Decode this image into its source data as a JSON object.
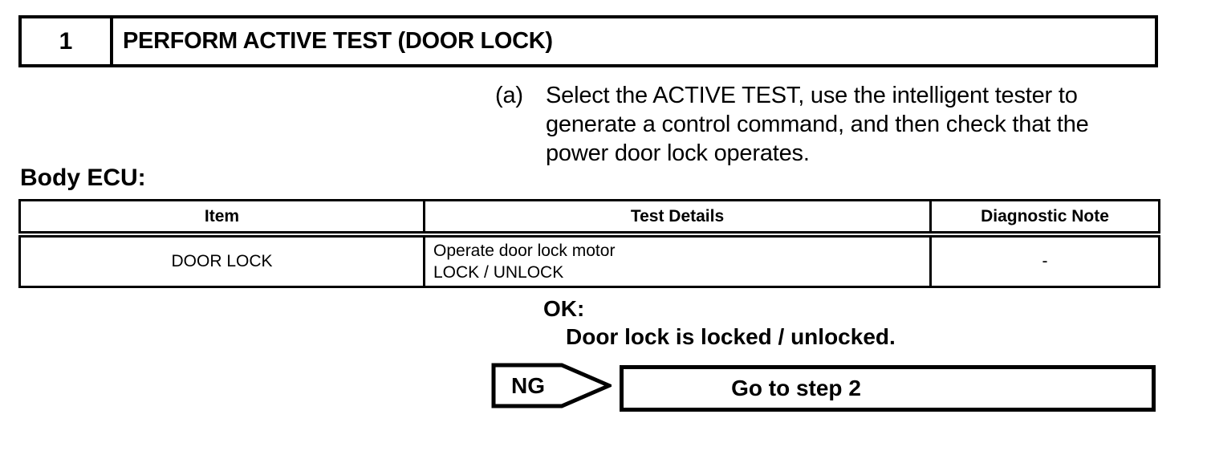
{
  "step": {
    "number": "1",
    "title": "PERFORM ACTIVE TEST (DOOR LOCK)"
  },
  "instruction": {
    "marker": "(a)",
    "lines": [
      "Select the ACTIVE TEST, use the intelligent tester to",
      "generate a control command, and then check that the",
      "power door lock operates."
    ]
  },
  "table": {
    "caption": "Body ECU:",
    "headers": [
      "Item",
      "Test Details",
      "Diagnostic Note"
    ],
    "rows": [
      {
        "item": "DOOR LOCK",
        "test_details": [
          "Operate door lock motor",
          "LOCK / UNLOCK"
        ],
        "diagnostic_note": "-"
      }
    ]
  },
  "result": {
    "ok_label": "OK:",
    "ok_condition": "Door lock is locked / unlocked.",
    "ng_label": "NG",
    "ng_action": "Go to step 2"
  }
}
